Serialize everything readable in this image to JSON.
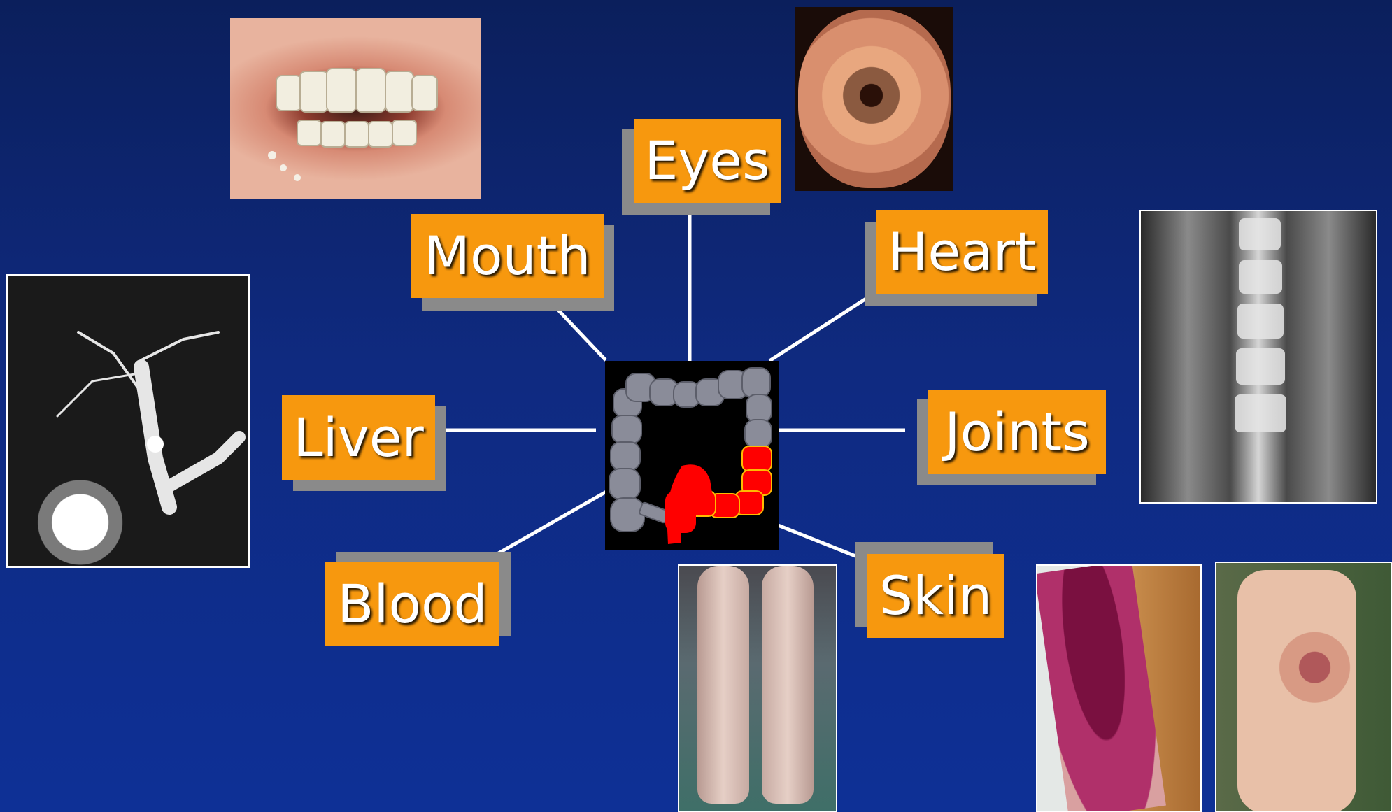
{
  "labels": {
    "eyes": "Eyes",
    "mouth": "Mouth",
    "heart": "Heart",
    "liver": "Liver",
    "joints": "Joints",
    "blood": "Blood",
    "skin": "Skin"
  },
  "colors": {
    "label_bg": "#f7980e",
    "label_shadow": "#8a8a8a",
    "connector": "#ffffff",
    "colon_normal": "#8a8c99",
    "colon_inflamed": "#ff0000"
  }
}
